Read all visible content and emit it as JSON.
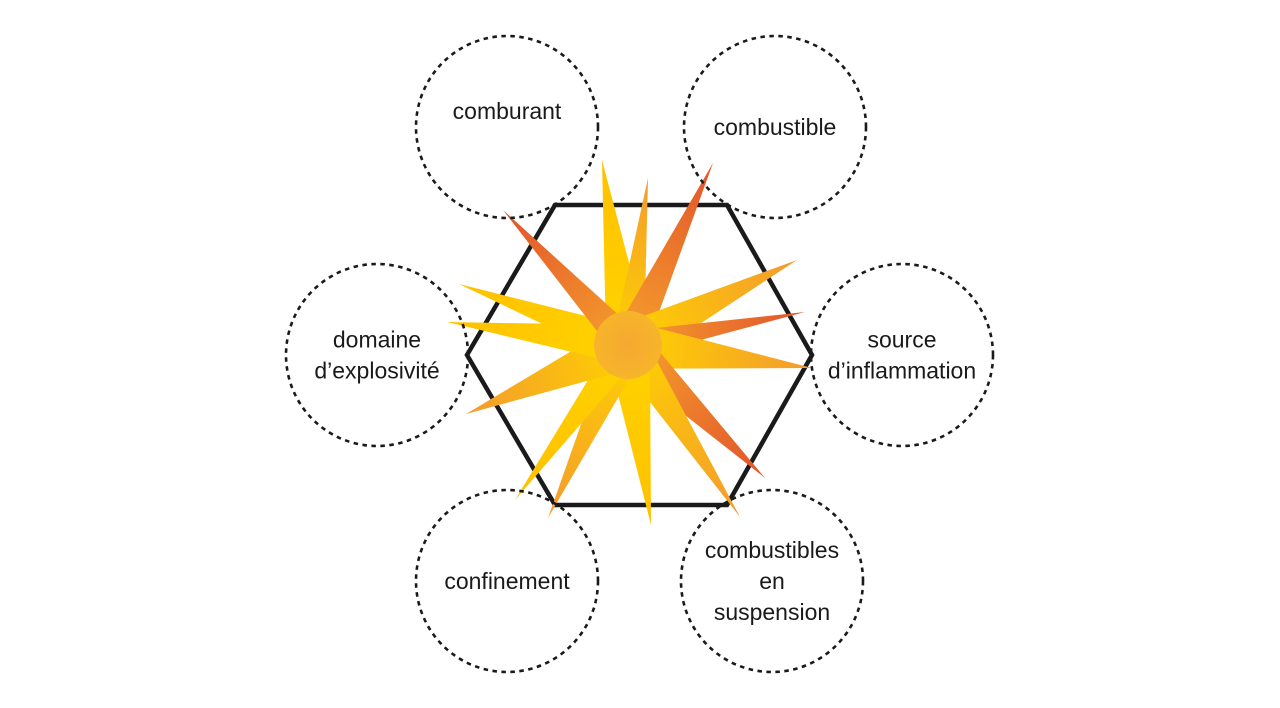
{
  "diagram": {
    "center": {
      "shape": "hexagon",
      "symbol": "explosion-burst-icon"
    },
    "nodes": [
      {
        "id": "comburant",
        "lines": [
          "comburant"
        ]
      },
      {
        "id": "combustible",
        "lines": [
          "combustible"
        ]
      },
      {
        "id": "domaine-explosivite",
        "lines": [
          "domaine",
          "d’explosivité"
        ]
      },
      {
        "id": "source-inflammation",
        "lines": [
          "source",
          "d’inflammation"
        ]
      },
      {
        "id": "confinement",
        "lines": [
          "confinement"
        ]
      },
      {
        "id": "combustibles-suspension",
        "lines": [
          "combustibles",
          "en",
          "suspension"
        ]
      }
    ],
    "colors": {
      "outline": "#1a1a1a",
      "flame_yellow": "#ffd200",
      "flame_orange": "#f39a2e",
      "flame_red": "#e2522b"
    }
  }
}
